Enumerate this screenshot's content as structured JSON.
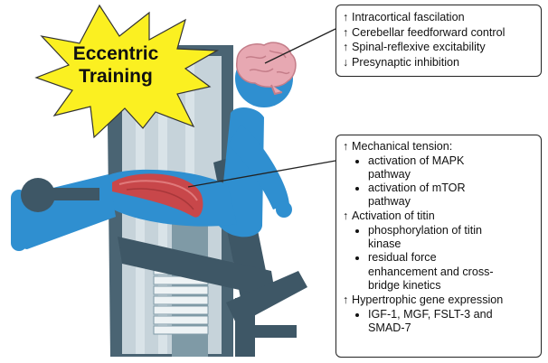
{
  "burst": {
    "line1": "Eccentric",
    "line2": "Training"
  },
  "neural_box": {
    "items": [
      {
        "arrow": "↑",
        "text": "Intracortical fascilation"
      },
      {
        "arrow": "↑",
        "text": "Cerebellar feedforward control"
      },
      {
        "arrow": "↑",
        "text": "Spinal-reflexive excitability"
      },
      {
        "arrow": "↓",
        "text": "Presynaptic inhibition"
      }
    ]
  },
  "muscle_box": {
    "section1": {
      "arrow": "↑",
      "title": "Mechanical tension:",
      "bullet1": {
        "l1": "activation of MAPK",
        "l2": "pathway"
      },
      "bullet2": {
        "l1": "activation of mTOR",
        "l2": "pathway"
      }
    },
    "section2": {
      "arrow": "↑",
      "title": "Activation of titin",
      "bullet1": {
        "l1": "phosphorylation of titin",
        "l2": "kinase"
      },
      "bullet2": {
        "l1": "residual force",
        "l2": "enhancement and cross-",
        "l3": "bridge kinetics"
      }
    },
    "section3": {
      "arrow": "↑",
      "title": "Hypertrophic gene expression",
      "bullet1": {
        "l1": "IGF-1, MGF, FSLT-3 and",
        "l2": "SMAD-7"
      }
    }
  },
  "colors": {
    "body_blue": "#2f8fd0",
    "machine_dark": "#3e5766",
    "machine_mid": "#7f9aa6",
    "machine_light": "#c3d1d8",
    "burst_yellow": "#fbf021",
    "muscle_red": "#c8474a",
    "brain_pink": "#e7a8b2"
  }
}
